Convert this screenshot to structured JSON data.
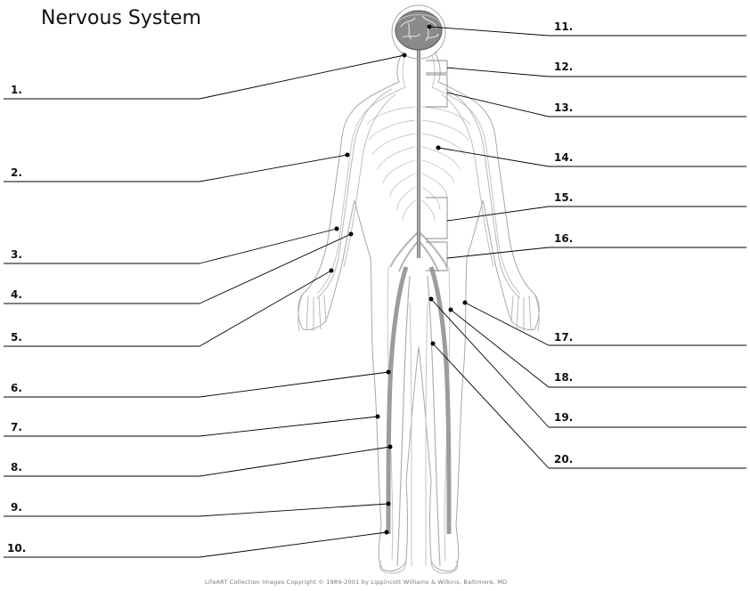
{
  "title": "Nervous System",
  "credit": "LifeART Collection Images Copyright © 1989-2001 by Lippincott Williams & Wilkins, Baltimore, MD",
  "labels_left": [
    "1.",
    "2.",
    "3.",
    "4.",
    "5.",
    "6.",
    "7.",
    "8.",
    "9.",
    "10."
  ],
  "labels_right": [
    "11.",
    "12.",
    "13.",
    "14.",
    "15.",
    "16.",
    "17.",
    "18.",
    "19.",
    "20."
  ],
  "colors": {
    "outline": "#9a9a9a",
    "nerve": "#8a8a8a",
    "brain": "#6e6e6e",
    "line": "#000000"
  }
}
